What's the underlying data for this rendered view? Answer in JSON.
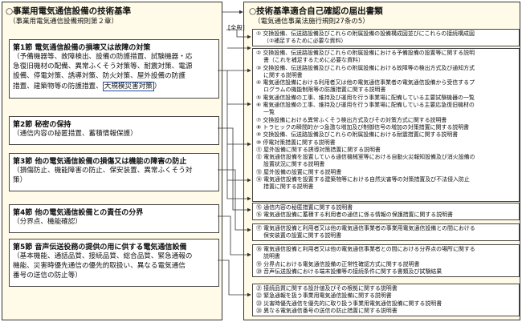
{
  "left": {
    "title": "○事業用電気通信設備の技術基準",
    "subtitle": "（事業用電気通信設備規則第２章）",
    "sections": [
      {
        "title": "第1節 電気通信設備の損壊又は故障の対策",
        "lines": [
          "（予備機器等、故障検出、設備の防護措置、試験機器・応",
          "急復旧機材の配備、異常ふくそう対策等、耐震対策、電源",
          "設備、停電対策、誘導対策、防火対策、屋外設備の防護",
          "措置、建築物等の防護措置、"
        ],
        "highlight": "大規模災害対策",
        "tail": "）"
      },
      {
        "title": "第2節 秘密の保持",
        "lines": [
          "（通信内容の秘匿措置、蓄積情報保護）"
        ]
      },
      {
        "title": "第3節 他の電気通信設備の損傷又は機能の障害の防止",
        "lines": [
          "（損傷防止、機能障害の防止、保安装置、異常ふくそう対",
          "策）"
        ]
      },
      {
        "title": "第4節 他の電気通信設備との責任の分界",
        "lines": [
          "（分界点、機能確認）"
        ]
      },
      {
        "title": "第5節 音声伝送役務の提供の用に供する電気通信設備",
        "lines": [
          "（基本機能、通話品質、接続品質、総合品質、緊急通報の",
          "機能、災害時優先通信の優先的取扱い、異なる電気通信",
          "番号の送信の防止等）"
        ]
      }
    ]
  },
  "arrow_label": "[全般]",
  "right": {
    "title": "○技術基準適合自己確認の届出書類",
    "subtitle": "（電気通信事業法施行規則27条の5）",
    "groups": [
      [
        "① 交換設備、伝送路設備及びこれらの附属設備の設備構成図並びにこれらの接続構成図",
        "  （②補足するために必要な資料）"
      ],
      [
        "② 交換設備、伝送路設備及びこれらの附属設備における予備設備の設置等に関する説明",
        "  書（これを補足するために必要な資料）",
        "③ 交換設備、伝送路設備及びこれらの附属設備における故障等の検出方式及び通知方式",
        "  に関する説明書",
        "④ 電気通信設備における利用者又は他の電気通信事業者の電気通信設備から受信するプ",
        "  ログラムの機能制限等の防護措置に関する説明書",
        "⑤ 電気通信設備の工事、維持及び運用を行う事業場に配備している主要試験機器の一覧",
        "⑥ 電気通信設備の工事、維持及び運用を行う事業場に配備している主要応急復旧機材の",
        "  一覧",
        "⑦ 交換設備における異常ふくそう検出方式及びその対策方式に関する説明書",
        "⑧ トラヒックの瞬間的かつ急激な増加及び制御信号の増加の対策措置に関する説明書",
        "⑨ 交換設備、伝送路設備及びこれらの附属設備における耐震措置に関する説明書",
        "⑩ 停電対策措置に関する説明書",
        "⑪ 屋外設備に関する誘導対策措置に関する説明書",
        "⑫ 電気通信設備を設置している通信機械室等における自動火災報知設備及び消火設備の",
        "  設置状況に関する説明書",
        "⑬ 屋外設備の設置に関する説明書",
        "⑭ 電気通信設備を設置する建築物等における自然災害等の対策措置及び不法侵入防止",
        "  措置に関する説明書"
      ],
      [
        "⑮ 通信内容の秘匿措置に関する説明書",
        "⑯ 電気通信設備に蓄積する利用者の通信に係る情報の保護措置に関する説明書"
      ],
      [
        "⑰ 電気通信設備と利用者又は他の電気通信事業者の事業用電気通信設備との間における",
        "  保安装置の設置に関する説明書"
      ],
      [
        "⑱ 電気通信設備と利用者又は他の電気通信事業者との間における分界点の場所に関する",
        "  説明書",
        "⑲ 分界点における電気通信設備の正常性確認方式に関する説明書",
        "⑳ 音声伝送設備における端末設備等の接続条件に関する書類及び試験結果"
      ],
      [
        "㉑ 接続品質に関する設計値及びその根拠に関する説明書",
        "㉒ 緊急通報を扱う事業用電気通信設備に関する説明書",
        "㉓ 災害時優先通信を優先的に取り扱う事業用電気通信設備に関する説明書",
        "㉔ 異なる電気通信番号の送信の防止措置に関する説明書"
      ]
    ]
  },
  "colors": {
    "panel_bg": "#fffbe8",
    "box_border": "#444444",
    "highlight": "#1e4a9a"
  }
}
